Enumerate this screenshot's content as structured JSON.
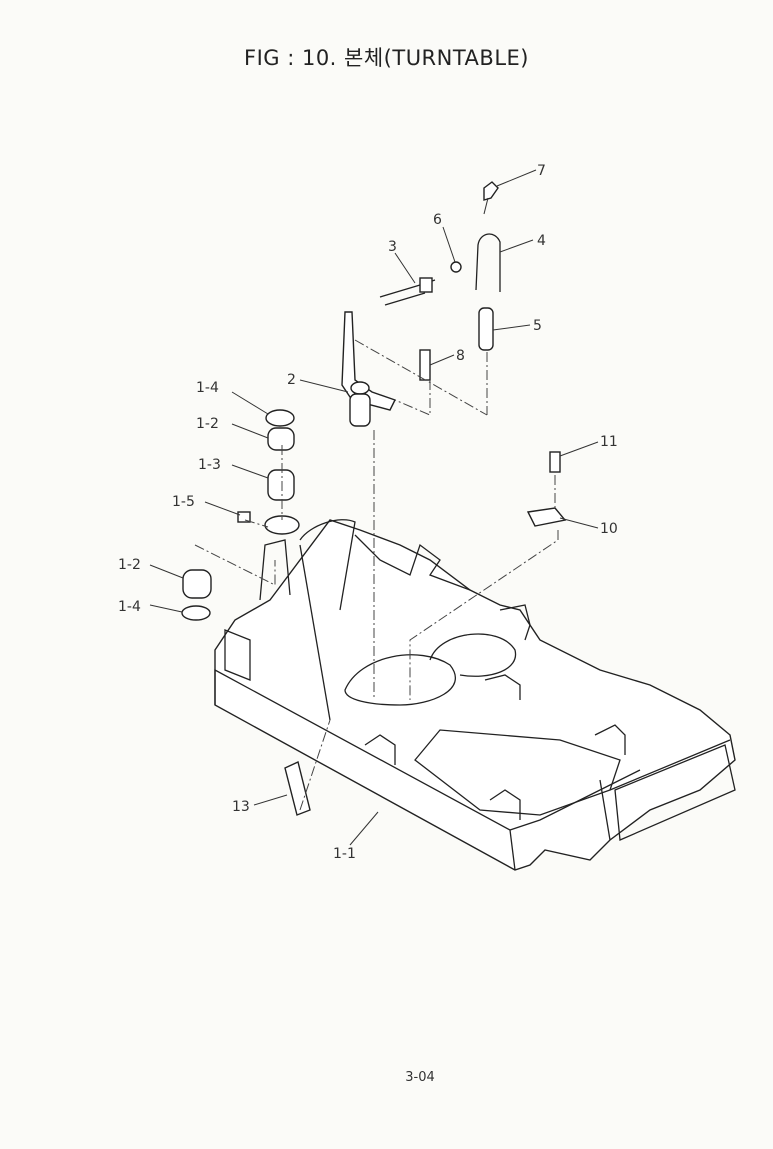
{
  "title": "FIG : 10. 본체(TURNTABLE)",
  "page_number": "3-04",
  "callouts": {
    "p7": "7",
    "p6": "6",
    "p4": "4",
    "p3": "3",
    "p5": "5",
    "p8": "8",
    "p2": "2",
    "p1_4a": "1-4",
    "p1_2a": "1-2",
    "p1_3": "1-3",
    "p1_5": "1-5",
    "p11": "11",
    "p10": "10",
    "p1_2b": "1-2",
    "p1_4b": "1-4",
    "p13": "13",
    "p1_1": "1-1"
  }
}
